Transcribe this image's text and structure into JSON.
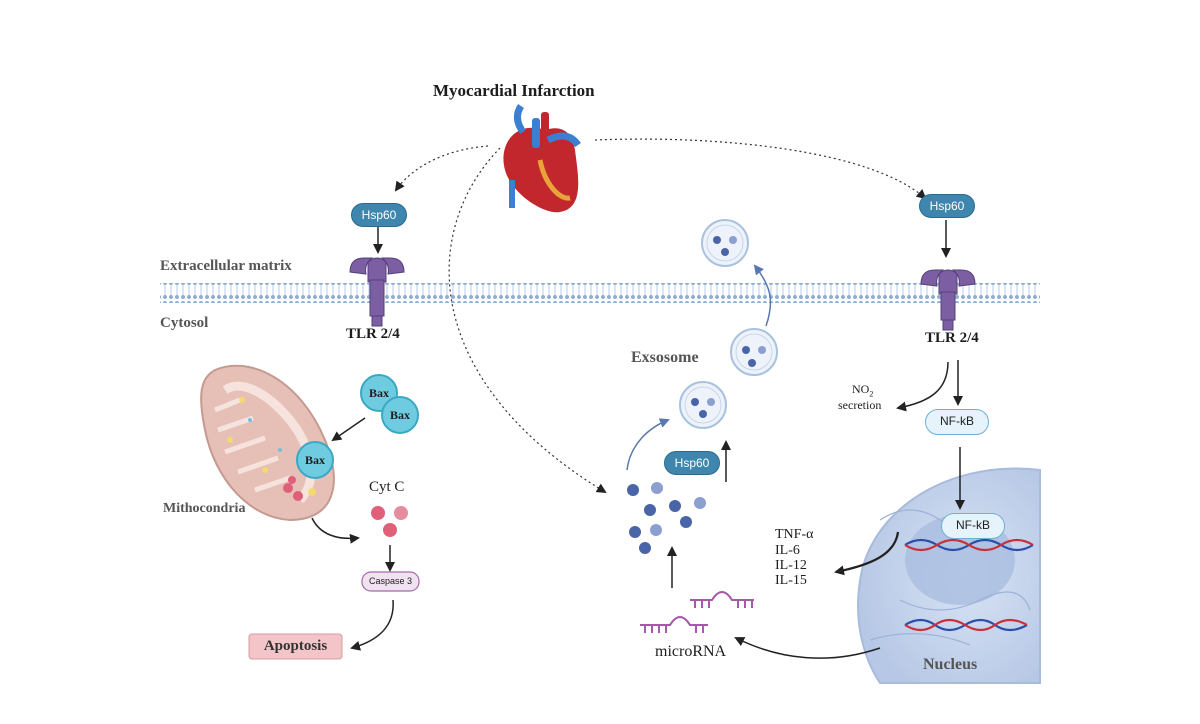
{
  "title": "Myocardial Infarction",
  "compartments": {
    "extracellular": "Extracellular matrix",
    "cytosol": "Cytosol"
  },
  "receptors": {
    "left": "TLR 2/4",
    "right": "TLR 2/4"
  },
  "proteins": {
    "hsp60_left": "Hsp60",
    "hsp60_right": "Hsp60",
    "hsp60_exo": "Hsp60",
    "nfkb_cyto": "NF-kB",
    "nfkb_nuc": "NF-kB",
    "bax_1": "Bax",
    "bax_2": "Bax",
    "bax_3": "Bax",
    "caspase": "Caspase 3"
  },
  "labels": {
    "mitochondria": "Mithocondria",
    "cytc": "Cyt C",
    "apoptosis": "Apoptosis",
    "exosome": "Exsosome",
    "microrna": "microRNA",
    "nucleus": "Nucleus",
    "no2_main": "NO",
    "no2_sub": "2",
    "no2_secretion": "secretion"
  },
  "cytokines": [
    "TNF-α",
    "IL-6",
    "IL-12",
    "IL-15"
  ],
  "colors": {
    "membrane": "#a9c2dd",
    "receptor": "#7c5fa3",
    "hsp60": "#3e86ad",
    "bax": "#6fcbe0",
    "cytc": "#e0607a",
    "vesicle": "#4a64a8",
    "nucleus": "#c9d7ef",
    "apoptosis_bg": "#f3c4c8"
  }
}
